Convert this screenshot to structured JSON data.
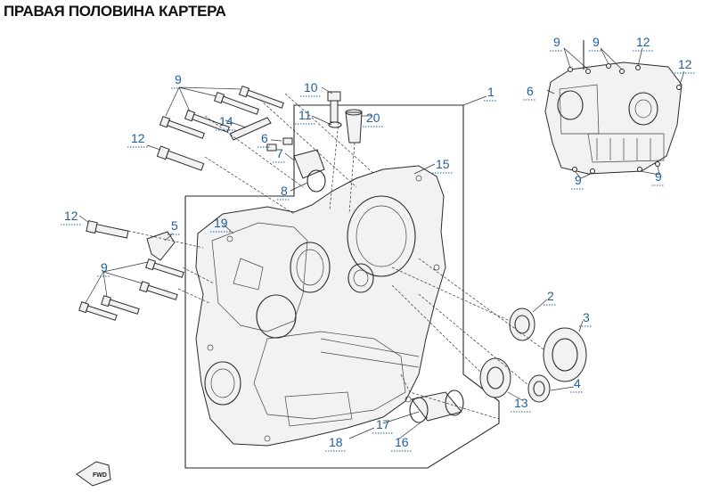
{
  "title": "ПРАВАЯ ПОЛОВИНА КАРТЕРА",
  "fwd_label": "FWD",
  "callouts": [
    {
      "id": "c1",
      "label": "1"
    },
    {
      "id": "c2",
      "label": "2"
    },
    {
      "id": "c3",
      "label": "3"
    },
    {
      "id": "c4",
      "label": "4"
    },
    {
      "id": "c5",
      "label": "5"
    },
    {
      "id": "c6a",
      "label": "6"
    },
    {
      "id": "c6b",
      "label": "6"
    },
    {
      "id": "c7",
      "label": "7"
    },
    {
      "id": "c8",
      "label": "8"
    },
    {
      "id": "c9a",
      "label": "9"
    },
    {
      "id": "c9b",
      "label": "9"
    },
    {
      "id": "c9c",
      "label": "9"
    },
    {
      "id": "c9d",
      "label": "9"
    },
    {
      "id": "c9e",
      "label": "9"
    },
    {
      "id": "c9f",
      "label": "9"
    },
    {
      "id": "c10",
      "label": "10"
    },
    {
      "id": "c11",
      "label": "11"
    },
    {
      "id": "c12a",
      "label": "12"
    },
    {
      "id": "c12b",
      "label": "12"
    },
    {
      "id": "c12c",
      "label": "12"
    },
    {
      "id": "c12d",
      "label": "12"
    },
    {
      "id": "c13",
      "label": "13"
    },
    {
      "id": "c14",
      "label": "14"
    },
    {
      "id": "c15",
      "label": "15"
    },
    {
      "id": "c16",
      "label": "16"
    },
    {
      "id": "c17",
      "label": "17"
    },
    {
      "id": "c18",
      "label": "18"
    },
    {
      "id": "c19",
      "label": "19"
    },
    {
      "id": "c20",
      "label": "20"
    }
  ],
  "colors": {
    "callout": "#1f5f9e",
    "line": "#2a2a2a",
    "title": "#111111"
  }
}
